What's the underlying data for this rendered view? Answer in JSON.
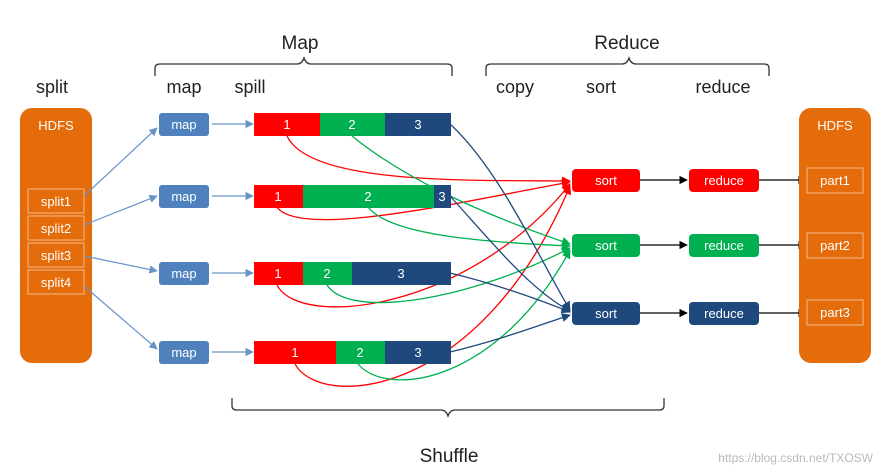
{
  "labels": {
    "map_phase": "Map",
    "reduce_phase": "Reduce",
    "shuffle": "Shuffle",
    "split": "split",
    "map": "map",
    "spill": "spill",
    "copy": "copy",
    "sort": "sort",
    "reduce": "reduce"
  },
  "left_hdfs": {
    "title": "HDFS",
    "splits": [
      "split1",
      "split2",
      "split3",
      "split4"
    ]
  },
  "map_boxes": [
    "map",
    "map",
    "map",
    "map"
  ],
  "spill_rows": [
    {
      "segments": [
        {
          "label": "1",
          "color": "red"
        },
        {
          "label": "2",
          "color": "green"
        },
        {
          "label": "3",
          "color": "navy"
        }
      ]
    },
    {
      "segments": [
        {
          "label": "1",
          "color": "red"
        },
        {
          "label": "2",
          "color": "green"
        },
        {
          "label": "3",
          "color": "navy"
        }
      ]
    },
    {
      "segments": [
        {
          "label": "1",
          "color": "red"
        },
        {
          "label": "2",
          "color": "green"
        },
        {
          "label": "3",
          "color": "navy"
        }
      ]
    },
    {
      "segments": [
        {
          "label": "1",
          "color": "red"
        },
        {
          "label": "2",
          "color": "green"
        },
        {
          "label": "3",
          "color": "navy"
        }
      ]
    }
  ],
  "sort_boxes": [
    {
      "label": "sort",
      "color": "red"
    },
    {
      "label": "sort",
      "color": "green"
    },
    {
      "label": "sort",
      "color": "navy"
    }
  ],
  "reduce_boxes": [
    {
      "label": "reduce",
      "color": "red"
    },
    {
      "label": "reduce",
      "color": "green"
    },
    {
      "label": "reduce",
      "color": "navy"
    }
  ],
  "right_hdfs": {
    "title": "HDFS",
    "parts": [
      "part1",
      "part2",
      "part3"
    ]
  },
  "colors": {
    "red": "#ff0000",
    "green": "#00b050",
    "navy": "#1f497d",
    "orange": "#e46c0a",
    "map_blue": "#4f81bd",
    "arrow_blue": "#6a93c7"
  },
  "watermark": "https://blog.csdn.net/TXOSW"
}
